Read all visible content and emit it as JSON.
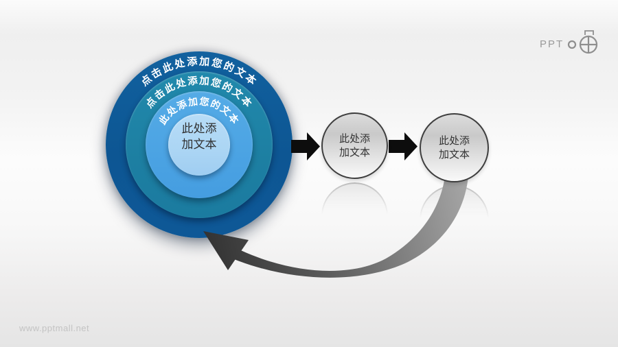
{
  "slide": {
    "watermark": "www.pptmall.net",
    "logo_text": "PPT"
  },
  "colors": {
    "ring_outer": "#0e5897",
    "ring_second": "#1d7fa2",
    "ring_third": "#4ba3e3",
    "ring_center": "#abd5f4",
    "flow_arrow": "#0d0d0d",
    "return_arrow_dark": "#383838",
    "return_arrow_light": "#a6a6a6",
    "node_border": "#3e3e3e"
  },
  "diagram": {
    "rings": [
      {
        "label": "点击此处添加您的文本"
      },
      {
        "label": "点击此处添加您的文本"
      },
      {
        "label": "此处添加您的文本"
      }
    ],
    "center": {
      "line1": "此处添",
      "line2": "加文本"
    },
    "nodes": [
      {
        "line1": "此处添",
        "line2": "加文本"
      },
      {
        "line1": "此处添",
        "line2": "加文本"
      }
    ]
  }
}
